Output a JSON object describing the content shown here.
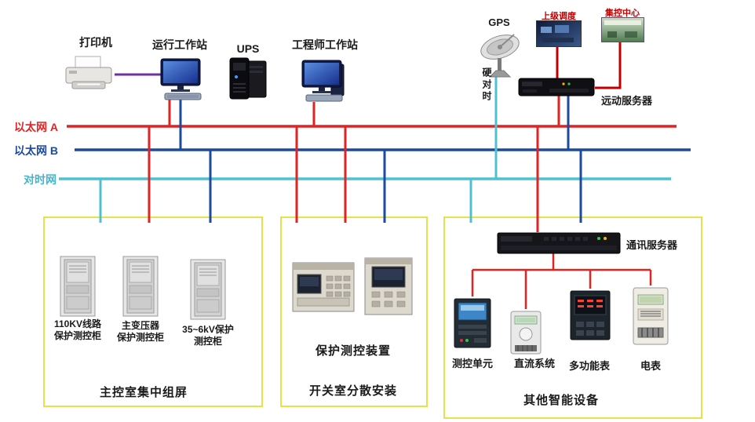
{
  "top": {
    "printer": "打印机",
    "operator_ws": "运行工作站",
    "ups": "UPS",
    "engineer_ws": "工程师工作站",
    "gps": "GPS",
    "dispatch": "上级调度",
    "control_center": "集控中心",
    "telecontrol_server": "远动服务器",
    "hard_time_sync": "硬对时"
  },
  "buses": {
    "ethernet_a": {
      "label": "以太网 A",
      "color": "#e02323"
    },
    "ethernet_b": {
      "label": "以太网 B",
      "color": "#1b4a9e"
    },
    "time_net": {
      "label": "对时网",
      "color": "#4fc0d0"
    }
  },
  "left_box": {
    "cabinets": [
      {
        "line1": "110KV线路",
        "line2": "保护测控柜"
      },
      {
        "line1": "主变压器",
        "line2": "保护测控柜"
      },
      {
        "line1": "35~6kV保护",
        "line2": "测控柜"
      }
    ],
    "caption": "主控室集中组屏"
  },
  "middle_box": {
    "device_label": "保护测控装置",
    "caption": "开关室分散安装"
  },
  "right_box": {
    "comm_server": "通讯服务器",
    "devices": [
      "测控单元",
      "直流系统",
      "多功能表",
      "电表"
    ],
    "caption": "其他智能设备"
  },
  "colors": {
    "box_border": "#e6e24a",
    "printer_cable": "#7030a0",
    "photo_label_red": "#c00000",
    "inner_wiring_red": "#e02323"
  }
}
